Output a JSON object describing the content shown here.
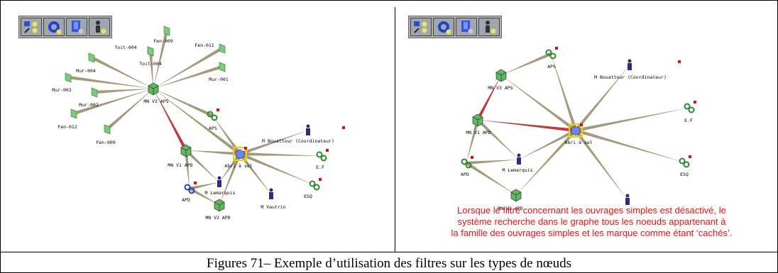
{
  "caption": "Figures 71– Exemple d’utilisation des  filtres sur les types de nœuds",
  "note_lines": [
    "Lorsque le filtre concernant les ouvrages simples est désactivé, le",
    "système recherche dans le graphe tous les noeuds appartenant à",
    "la famille des ouvrages simples et les marque comme étant ‘cachés’."
  ],
  "toolbar_icons": [
    "layout-icon",
    "gear-icon",
    "document-icon",
    "person-icon"
  ],
  "colors": {
    "edge": "#a39a7b",
    "edge_red": "#c0393b",
    "simple_work": "#7fc97f",
    "version_green": "#5fb85f",
    "version_red": "#d63a3a",
    "version_blue": "#5560cc",
    "selected_border": "#f5d000",
    "note_text": "#ee1111",
    "badge": "#dd1111"
  },
  "left_graph": {
    "labels": {
      "toit004a": "Toit-004",
      "fen009a": "Fen-009",
      "toit004b": "Toit-004",
      "fen011": "Fen-011",
      "mur004": "Mur-004",
      "mur001": "Mur-001",
      "mur003": "Mur-003",
      "mur002": "Mur-002",
      "mnv3": "MN V3 APS",
      "fen012": "Fen-012",
      "aps": "APS",
      "fen009b": "Fen-009",
      "bouattour": "M Bouattour (Coordinateur)",
      "abri": "Abri à sel",
      "ef": "E.F",
      "mnv1": "MN V1 APD",
      "lemarquis": "M Lemarquis",
      "esq": "ESQ",
      "apd": "APD",
      "mnv2": "MN V2 APD",
      "vautrin": "M Vautrin"
    }
  },
  "right_graph": {
    "labels": {
      "aps": "APS",
      "bouattour": "M Bouattour (Coordinateur)",
      "mnv3": "MN V3 APS",
      "ef": "E.F",
      "mnv1": "MN V1 APD",
      "abri": "Abri à sel",
      "lemarquis": "M Lemarquis",
      "apd": "APD",
      "esq": "ESQ",
      "mnv2": "MN V2 APD"
    }
  }
}
